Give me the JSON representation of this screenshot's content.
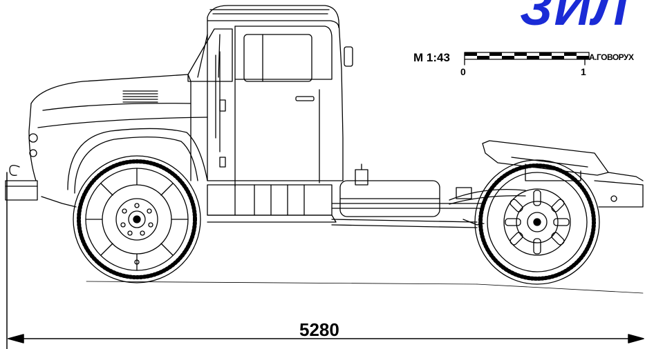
{
  "brand": {
    "text": "ЗИЛ",
    "color": "#1a2bd6"
  },
  "scale": {
    "label": "М 1:43",
    "tick_start": "0",
    "tick_end": "1"
  },
  "author": "А.ГОВОРУХ",
  "dimension": {
    "length_label": "5280"
  }
}
